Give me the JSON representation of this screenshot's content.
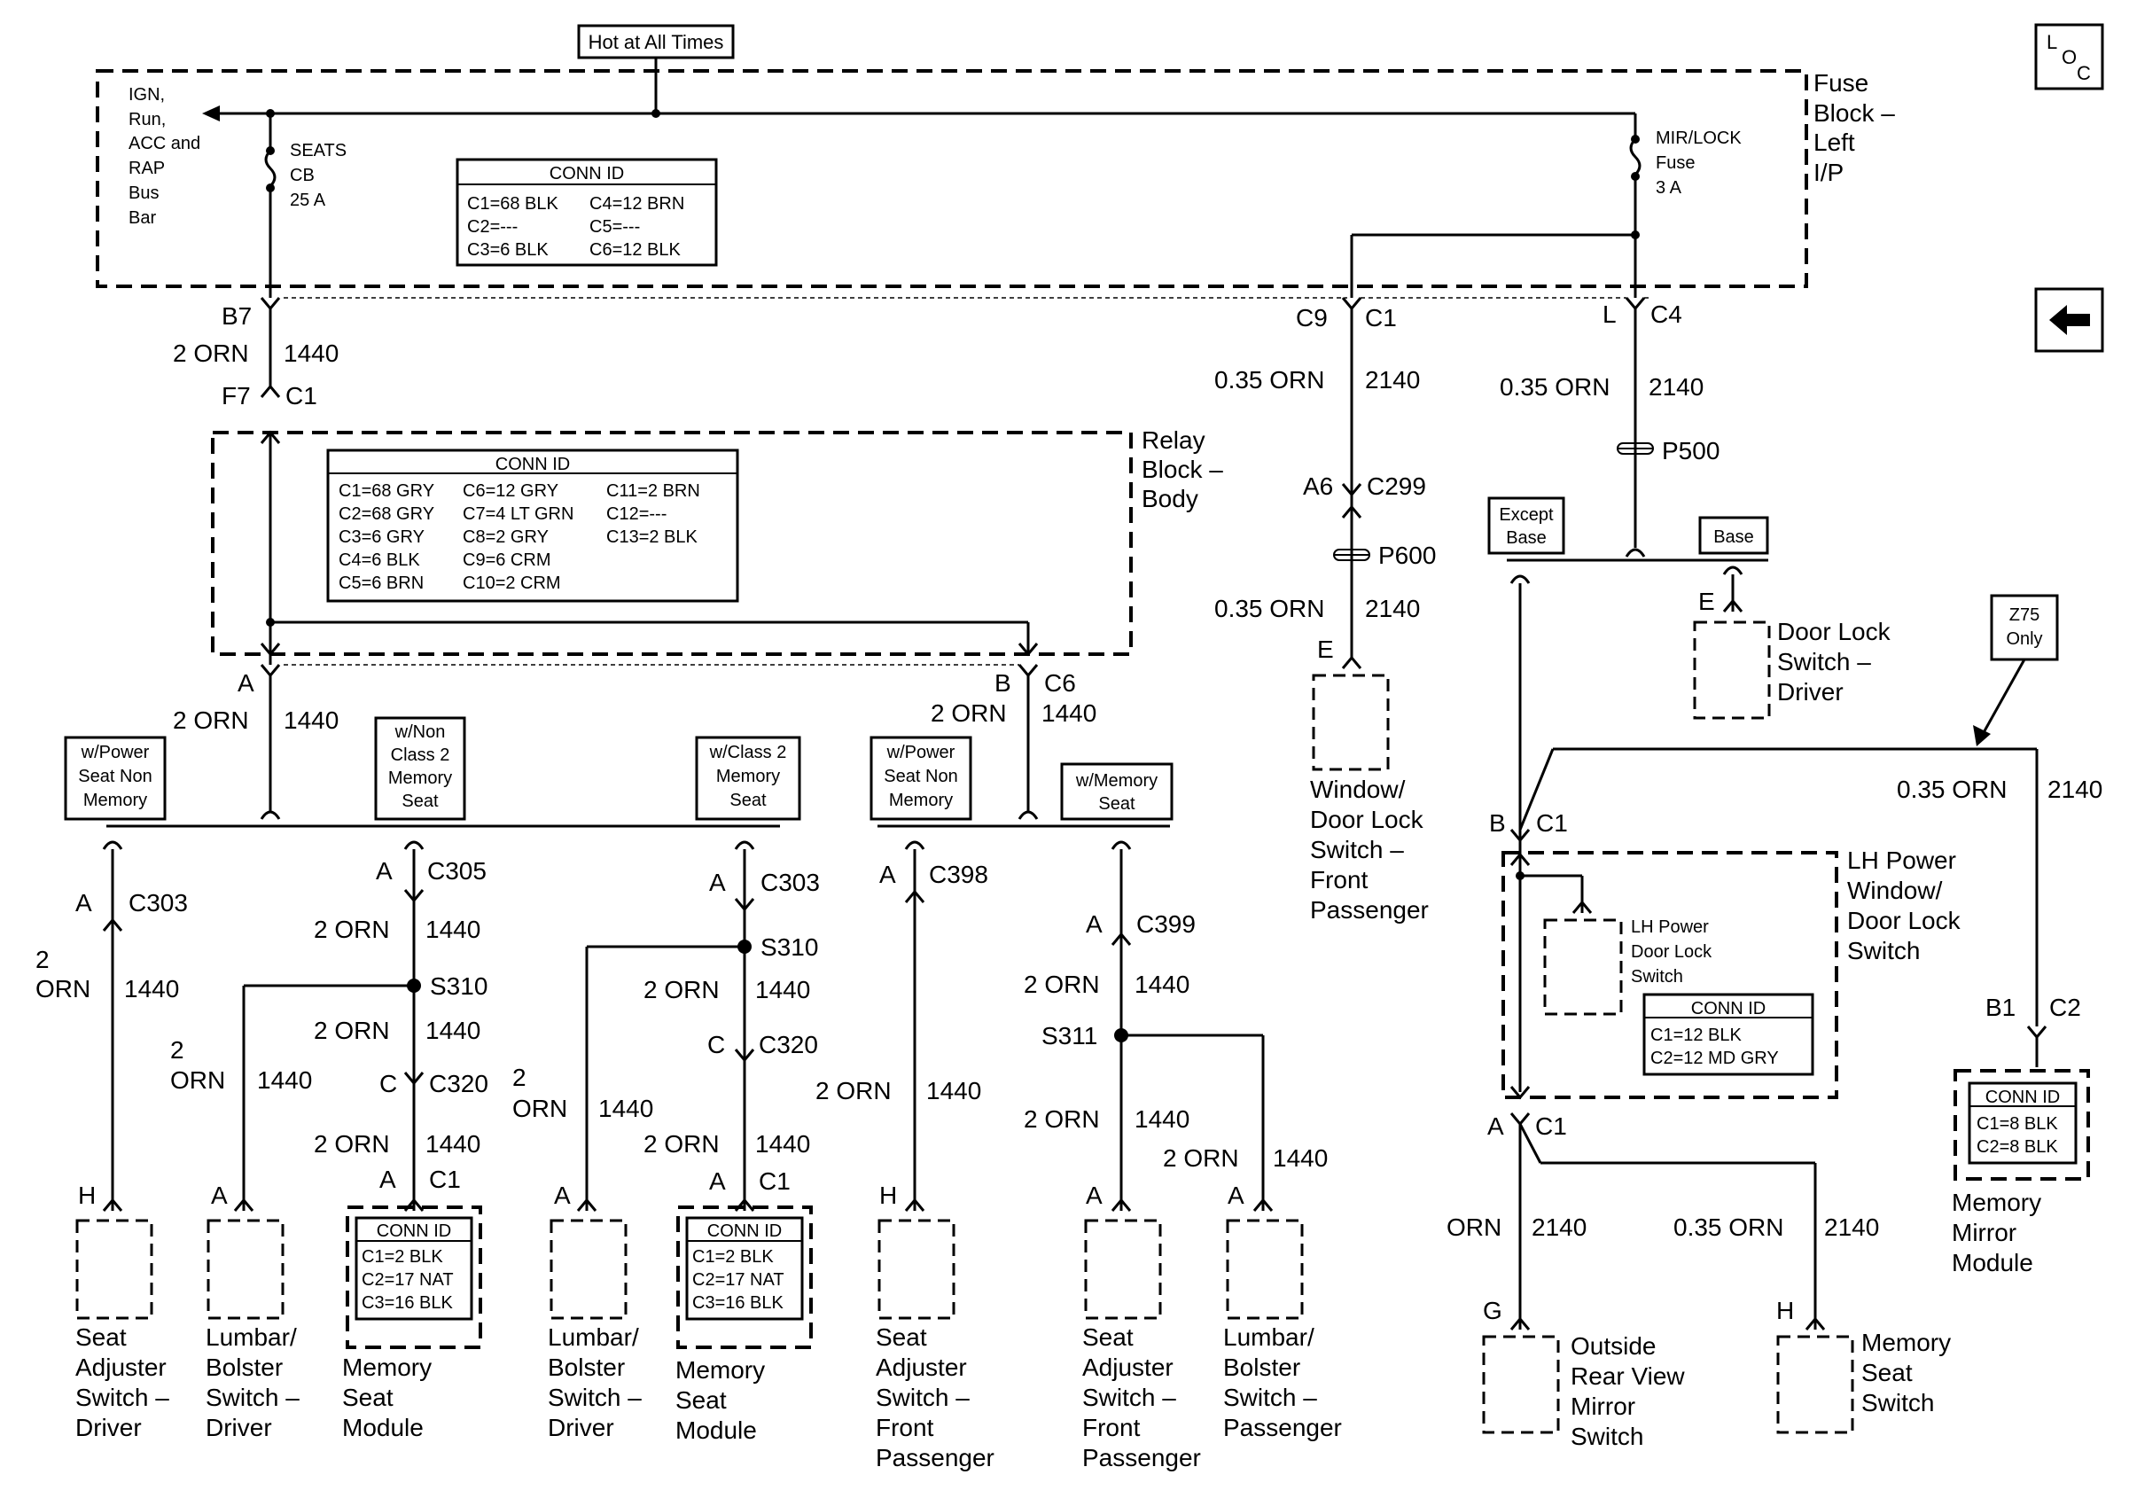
{
  "header": {
    "hot_label": "Hot at All Times",
    "loc_l": "L",
    "loc_o": "O",
    "loc_c": "C"
  },
  "fuse_block": {
    "title_lines": [
      "Fuse",
      "Block –",
      "Left",
      "I/P"
    ],
    "bus_lines": [
      "IGN,",
      "Run,",
      "ACC and",
      "RAP",
      "Bus",
      "Bar"
    ],
    "seats_cb": [
      "SEATS",
      "CB",
      "25 A"
    ],
    "mirlock_fuse": [
      "MIR/LOCK",
      "Fuse",
      "3 A"
    ],
    "conn_title": "CONN ID",
    "conn_col1": [
      "C1=68 BLK",
      "C2=---",
      "C3=6 BLK"
    ],
    "conn_col2": [
      "C4=12 BRN",
      "C5=---",
      "C6=12 BLK"
    ]
  },
  "relay_block": {
    "title_lines": [
      "Relay",
      "Block –",
      "Body"
    ],
    "conn_title": "CONN ID",
    "conn_col1": [
      "C1=68 GRY",
      "C2=68 GRY",
      "C3=6 GRY",
      "C4=6 BLK",
      "C5=6 BRN"
    ],
    "conn_col2": [
      "C6=12 GRY",
      "C7=4 LT GRN",
      "C8=2 GRY",
      "C9=6 CRM",
      "C10=2 CRM"
    ],
    "conn_col3": [
      "C11=2 BRN",
      "C12=---",
      "C13=2 BLK"
    ]
  },
  "labels": {
    "b7": "B7",
    "f7": "F7",
    "c1": "C1",
    "a": "A",
    "b": "B",
    "c6": "C6",
    "c9": "C9",
    "c4": "C4",
    "l": "L",
    "a6": "A6",
    "c299": "C299",
    "p600": "P600",
    "p500": "P500",
    "e": "E",
    "c303": "C303",
    "c305": "C305",
    "c320": "C320",
    "c398": "C398",
    "c399": "C399",
    "s310": "S310",
    "s311": "S311",
    "c": "C",
    "h": "H",
    "g": "G",
    "b1": "B1",
    "c2": "C2",
    "orn2": "2 ORN",
    "orn2_top": "2",
    "orn2_bot": "ORN",
    "orn035": "0.35 ORN",
    "orn": "ORN",
    "c1440": "1440",
    "c2140": "2140"
  },
  "options": {
    "except_base": [
      "Except",
      "Base"
    ],
    "base": "Base",
    "z75": [
      "Z75",
      "Only"
    ],
    "power_seat_non_memory": [
      "w/Power",
      "Seat Non",
      "Memory"
    ],
    "non_class2": [
      "w/Non",
      "Class 2",
      "Memory",
      "Seat"
    ],
    "class2": [
      "w/Class 2",
      "Memory",
      "Seat"
    ],
    "memory_seat": [
      "w/Memory",
      "Seat"
    ]
  },
  "components": {
    "window_door_front_pass": [
      "Window/",
      "Door Lock",
      "Switch –",
      "Front",
      "Passenger"
    ],
    "door_lock_driver": [
      "Door Lock",
      "Switch –",
      "Driver"
    ],
    "lh_power_window": [
      "LH Power",
      "Window/",
      "Door Lock",
      "Switch"
    ],
    "lh_power_door": [
      "LH Power",
      "Door Lock",
      "Switch"
    ],
    "lh_conn_title": "CONN ID",
    "lh_conn": [
      "C1=12 BLK",
      "C2=12 MD GRY"
    ],
    "memory_mirror": [
      "Memory",
      "Mirror",
      "Module"
    ],
    "mirror_conn_title": "CONN ID",
    "mirror_conn": [
      "C1=8 BLK",
      "C2=8 BLK"
    ],
    "outside_mirror": [
      "Outside",
      "Rear View",
      "Mirror",
      "Switch"
    ],
    "memory_seat_switch": [
      "Memory",
      "Seat",
      "Switch"
    ],
    "seat_adjuster_driver": [
      "Seat",
      "Adjuster",
      "Switch –",
      "Driver"
    ],
    "lumbar_driver": [
      "Lumbar/",
      "Bolster",
      "Switch –",
      "Driver"
    ],
    "memory_seat_module": [
      "Memory",
      "Seat",
      "Module"
    ],
    "msm_conn_title": "CONN ID",
    "msm_conn": [
      "C1=2 BLK",
      "C2=17 NAT",
      "C3=16 BLK"
    ],
    "seat_adjuster_pass": [
      "Seat",
      "Adjuster",
      "Switch –",
      "Front",
      "Passenger"
    ],
    "lumbar_pass": [
      "Lumbar/",
      "Bolster",
      "Switch –",
      "Passenger"
    ]
  }
}
